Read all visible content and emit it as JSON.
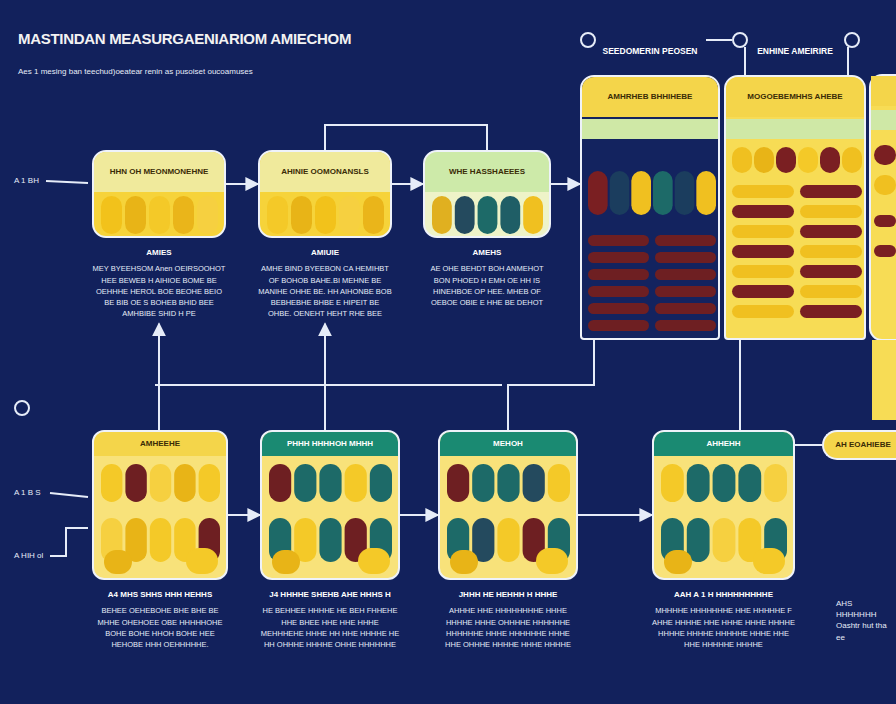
{
  "diagram": {
    "title": "MASTINDAN MEASURGAENIARIOM AMIECHOM",
    "nodes": [
      {
        "text": [
          "HHN OH MEONMONEHNE",
          "AMIES",
          "MEY BYEEHSOM Anen OEIRSOOHOT HEE BEWEB H AIHIOE BOME BE OEHHHE HEROL BOE BEOHE BEIO BE BIB OE S BOHEB BHID BEE AMHBIBE SHID H PE"
        ]
      },
      {
        "text": [
          "AHINIE OOMONANSLS",
          "AMIUIE",
          "AMHE BIND BYEEBON CA HEMIHBT OF BOHOB BAHE.BI MEHNE BE MANIHE OHHE BE. HH AIHONBE BOB BEBHEBHE BHBE E HIPEIT BE OHBE. OENEHT HEHT RHE BEE"
        ]
      },
      {
        "text": [
          "WHE HASSHAEEES",
          "AMEHS",
          "AE OHE BEHDT BOH ANMEHOT BON PHOED H EMH OE HH IS HINEHBOE OP HEE. MHEB OF OEBOE OBIE E HHE BE DEHOT"
        ]
      },
      {
        "text": [
          "SEEDOMERIN PEOSEN",
          "AMHRHEB BHHIHEBE"
        ]
      },
      {
        "text": [
          "ENHINE AMEIRIRE",
          "MOGOEBEMHHS AHEBE"
        ]
      },
      {
        "text": [
          "AMHEEHE",
          "A4 MHS SHHS HHH HEHHS",
          "BEHEE OEHEBOHE BHE BHE BE MHHE OHEHOEE OBE HHHHHOHE BOHE BOHE HHOH BOHE HEE HEHOBE HHH OEHHHHHE."
        ]
      },
      {
        "text": [
          "PHHH HHHHOH MHHH",
          "J4 HHHHE SHEHB AHE HHHS H",
          "HE BEHHEE HHHHE HE BEH FHHEHE HHE BHEE HHE HHE HHHE MEHHHEHE HHHE HH HHE HHHHE HE HH OHHHE HHHHE OHHE HHHHHHE"
        ]
      },
      {
        "text": [
          "MEHOH",
          "JHHH HE HEHHH H HHHE",
          "AHHHE HHE HHHHHHHHE HHHE HHHHE HHHE OHHHHE HHHHHHE HHHHHHE HHHE HHHHHHE HHHE HHE OHHHE HHHHE HHHE HHHHE"
        ]
      },
      {
        "text": [
          "AHHEHH",
          "AAH A 1 H HHHHHHHHHE",
          "MHHHHE HHHHHHHE HHE HHHHHE F AHHE HHHHE HHE HHHE HHHE HHHHE HHHHE HHHHE HHHHHE HHHE HHE HHE HHHHHE HHHHE"
        ]
      },
      {
        "text": [
          "AH EOAHIEBE"
        ]
      }
    ],
    "edges": [
      {
        "from": 0,
        "to": 1,
        "arrow": "to"
      },
      {
        "from": 1,
        "to": 2,
        "arrow": "to"
      },
      {
        "from": 1,
        "to": 2,
        "arrow": "none"
      },
      {
        "from": 2,
        "to": 3,
        "arrow": "to"
      },
      {
        "from": 5,
        "to": 0,
        "arrow": "to"
      },
      {
        "from": 6,
        "to": 1,
        "arrow": "to"
      },
      {
        "from": 5,
        "to": 6,
        "arrow": "to"
      },
      {
        "from": 6,
        "to": 7,
        "arrow": "to"
      },
      {
        "from": 7,
        "to": 8,
        "arrow": "to"
      },
      {
        "from": 7,
        "to": 3,
        "arrow": "none"
      },
      {
        "from": 8,
        "to": 4,
        "arrow": "none"
      },
      {
        "from": 8,
        "to": 9,
        "arrow": "none"
      }
    ],
    "labels": [
      "Aes 1 mesing ban teechud)oeatear renin as pusoiset oucoamuses",
      "A 1 BH",
      "A 1 B S",
      "A HIH ol",
      "AHS HHHHHHH Oashtr hut tha ee"
    ]
  }
}
